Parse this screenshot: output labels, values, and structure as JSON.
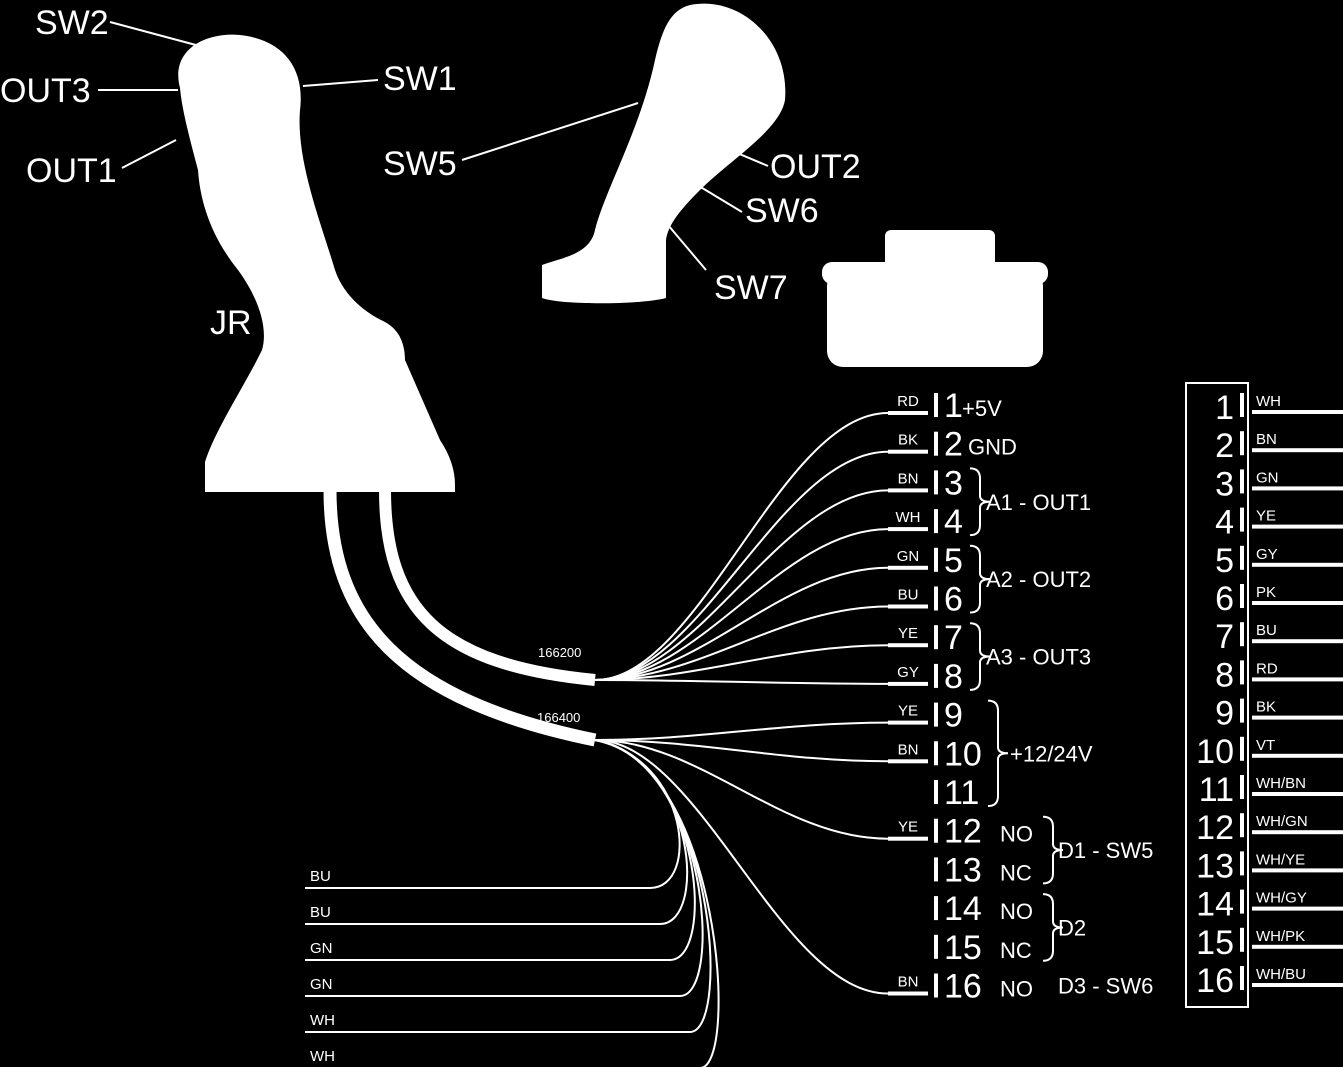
{
  "colors": {
    "background": "#000000",
    "foreground": "#ffffff"
  },
  "callouts": {
    "sw2": "SW2",
    "out3": "OUT3",
    "out1": "OUT1",
    "sw1": "SW1",
    "sw5": "SW5",
    "out2": "OUT2",
    "sw6": "SW6",
    "sw7": "SW7",
    "jr": "JR"
  },
  "cables": {
    "upper": "166200",
    "lower": "166400"
  },
  "pins": [
    {
      "num": "1",
      "wire": "RD",
      "signal": "+5V"
    },
    {
      "num": "2",
      "wire": "BK",
      "signal": "GND"
    },
    {
      "num": "3",
      "wire": "BN",
      "signal": ""
    },
    {
      "num": "4",
      "wire": "WH",
      "signal": ""
    },
    {
      "num": "5",
      "wire": "GN",
      "signal": ""
    },
    {
      "num": "6",
      "wire": "BU",
      "signal": ""
    },
    {
      "num": "7",
      "wire": "YE",
      "signal": ""
    },
    {
      "num": "8",
      "wire": "GY",
      "signal": ""
    },
    {
      "num": "9",
      "wire": "YE",
      "signal": ""
    },
    {
      "num": "10",
      "wire": "BN",
      "signal": ""
    },
    {
      "num": "11",
      "wire": "",
      "signal": ""
    },
    {
      "num": "12",
      "wire": "YE",
      "signal": "NO"
    },
    {
      "num": "13",
      "wire": "",
      "signal": "NC"
    },
    {
      "num": "14",
      "wire": "",
      "signal": "NO"
    },
    {
      "num": "15",
      "wire": "",
      "signal": "NC"
    },
    {
      "num": "16",
      "wire": "BN",
      "signal": "NO"
    }
  ],
  "groups": [
    "A1 - OUT1",
    "A2 - OUT2",
    "A3 - OUT3",
    "+12/24V",
    "D1 - SW5",
    "D2",
    "D3 - SW6"
  ],
  "loose_wires": [
    "BU",
    "BU",
    "GN",
    "GN",
    "WH",
    "WH"
  ],
  "right_connector": [
    {
      "num": "1",
      "wire": "WH"
    },
    {
      "num": "2",
      "wire": "BN"
    },
    {
      "num": "3",
      "wire": "GN"
    },
    {
      "num": "4",
      "wire": "YE"
    },
    {
      "num": "5",
      "wire": "GY"
    },
    {
      "num": "6",
      "wire": "PK"
    },
    {
      "num": "7",
      "wire": "BU"
    },
    {
      "num": "8",
      "wire": "RD"
    },
    {
      "num": "9",
      "wire": "BK"
    },
    {
      "num": "10",
      "wire": "VT"
    },
    {
      "num": "11",
      "wire": "WH/BN"
    },
    {
      "num": "12",
      "wire": "WH/GN"
    },
    {
      "num": "13",
      "wire": "WH/YE"
    },
    {
      "num": "14",
      "wire": "WH/GY"
    },
    {
      "num": "15",
      "wire": "WH/PK"
    },
    {
      "num": "16",
      "wire": "WH/BU"
    }
  ]
}
